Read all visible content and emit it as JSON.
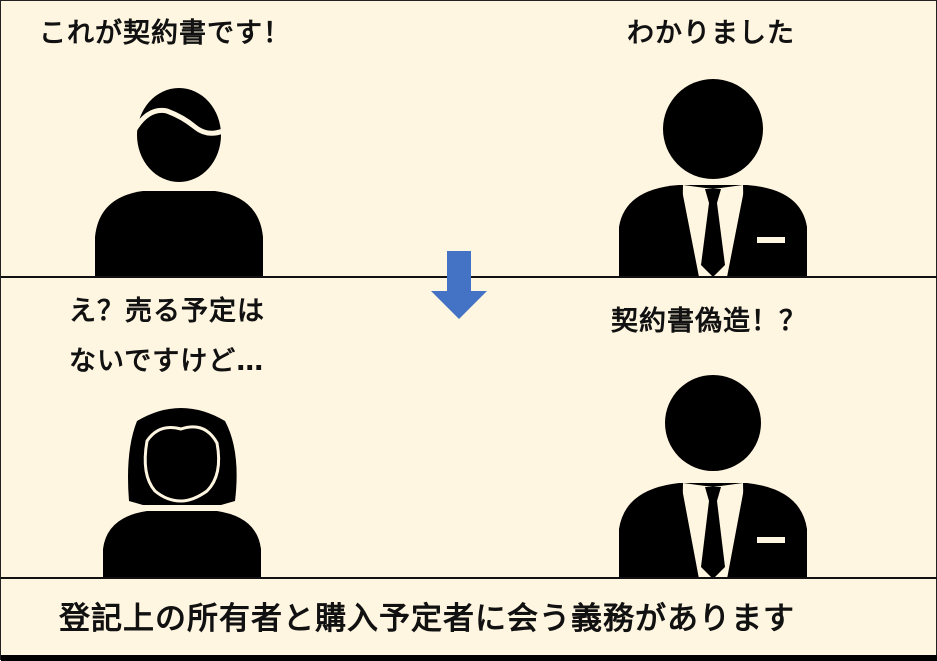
{
  "panels": {
    "top": {
      "left_speech": "これが契約書です！",
      "right_speech": "わかりました"
    },
    "middle": {
      "left_speech_line1": "え？売る予定は",
      "left_speech_line2": "ないですけど…",
      "right_speech": "契約書偽造！？"
    },
    "footer": {
      "caption": "登記上の所有者と購入予定者に会う義務があります"
    }
  },
  "icons": {
    "arrow": "down-arrow-icon",
    "arrow_color": "#4472c4"
  }
}
